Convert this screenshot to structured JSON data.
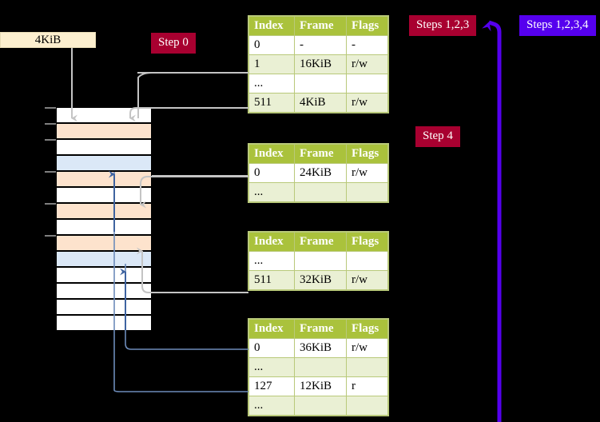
{
  "labels": {
    "size_strip": "4KiB",
    "step0": "Step 0",
    "steps123": "Steps 1,2,3",
    "steps1234": "Steps 1,2,3,4",
    "step4": "Step 4"
  },
  "colors": {
    "badge_red": "#a80030",
    "badge_violet": "#5500ee",
    "table_header": "#aac23c",
    "table_alt_row": "#eaf0d4",
    "highlight": "#ffffa8",
    "mem_orange": "#fde3cd",
    "mem_blue": "#dbe8f7",
    "wire_gray": "#bdbdbd",
    "wire_blue": "#6d8cba",
    "strip_bg": "#fcefcf"
  },
  "tables": [
    {
      "id": "pml4",
      "headers": [
        "Index",
        "Frame",
        "Flags"
      ],
      "rows": [
        {
          "cells": [
            "0",
            "-",
            "-"
          ],
          "alt": false,
          "highlight": false
        },
        {
          "cells": [
            "1",
            "16KiB",
            "r/w"
          ],
          "alt": true,
          "highlight": false
        },
        {
          "cells": [
            "...",
            "",
            ""
          ],
          "alt": false,
          "highlight": false
        },
        {
          "cells": [
            "511",
            "4KiB",
            "r/w"
          ],
          "alt": true,
          "highlight": true
        }
      ]
    },
    {
      "id": "pdp",
      "headers": [
        "Index",
        "Frame",
        "Flags"
      ],
      "rows": [
        {
          "cells": [
            "0",
            "24KiB",
            "r/w"
          ],
          "alt": false,
          "highlight": false
        },
        {
          "cells": [
            "...",
            "",
            ""
          ],
          "alt": true,
          "highlight": false
        }
      ]
    },
    {
      "id": "pd",
      "headers": [
        "Index",
        "Frame",
        "Flags"
      ],
      "rows": [
        {
          "cells": [
            "...",
            "",
            ""
          ],
          "alt": false,
          "highlight": false
        },
        {
          "cells": [
            "511",
            "32KiB",
            "r/w"
          ],
          "alt": true,
          "highlight": false
        }
      ]
    },
    {
      "id": "pt",
      "headers": [
        "Index",
        "Frame",
        "Flags"
      ],
      "rows": [
        {
          "cells": [
            "0",
            "36KiB",
            "r/w"
          ],
          "alt": false,
          "highlight": false
        },
        {
          "cells": [
            "...",
            "",
            ""
          ],
          "alt": true,
          "highlight": false
        },
        {
          "cells": [
            "127",
            "12KiB",
            "r"
          ],
          "alt": false,
          "highlight": false
        },
        {
          "cells": [
            "...",
            "",
            ""
          ],
          "alt": true,
          "highlight": false
        }
      ]
    }
  ],
  "memory": {
    "rows": [
      {
        "fill": "white"
      },
      {
        "fill": "orange"
      },
      {
        "fill": "white"
      },
      {
        "fill": "blue"
      },
      {
        "fill": "orange"
      },
      {
        "fill": "white"
      },
      {
        "fill": "orange"
      },
      {
        "fill": "white"
      },
      {
        "fill": "orange"
      },
      {
        "fill": "blue"
      },
      {
        "fill": "white"
      },
      {
        "fill": "white"
      },
      {
        "fill": "white"
      },
      {
        "fill": "white"
      }
    ]
  }
}
